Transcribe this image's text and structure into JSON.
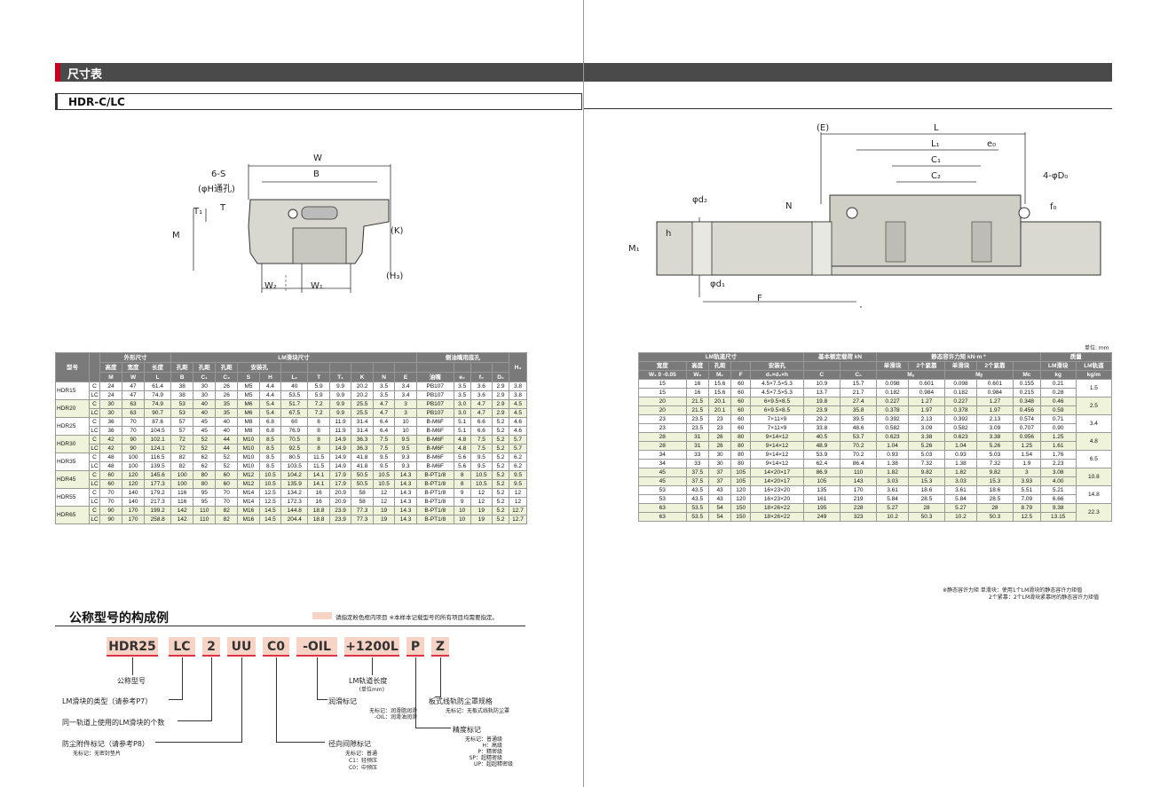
{
  "section_title": "尺寸表",
  "model_heading": "HDR-C/LC",
  "unit_note": "单位: mm",
  "front_view": {
    "labels": [
      "W",
      "B",
      "6-S",
      "(φH通孔)",
      "T₁",
      "T",
      "M",
      "(K)",
      "(H₃)",
      "W₂",
      "W₁"
    ]
  },
  "side_view": {
    "labels": [
      "(E)",
      "L",
      "L₁",
      "e₀",
      "C₁",
      "C₂",
      "4-φD₀",
      "N",
      "φd₂",
      "h",
      "M₁",
      "φd₁",
      "F",
      "f₀"
    ]
  },
  "left_table": {
    "group_headers": [
      "型号",
      "外形尺寸",
      "LM滑块尺寸",
      "侧油嘴用底孔"
    ],
    "sub_headers": [
      "高度",
      "宽度",
      "长度",
      "孔距",
      "孔距",
      "孔距",
      "安装孔"
    ],
    "symbols": [
      "M",
      "W",
      "L",
      "B",
      "C₁",
      "C₂",
      "S",
      "H",
      "L₁",
      "T",
      "T₁",
      "K",
      "N",
      "E",
      "油嘴",
      "e₀",
      "f₀",
      "D₀",
      "H₃"
    ],
    "rows": [
      {
        "model": "HDR15",
        "type": "C",
        "v": [
          "24",
          "47",
          "61.4",
          "38",
          "30",
          "26",
          "M5",
          "4.4",
          "40",
          "5.9",
          "9.9",
          "20.2",
          "3.5",
          "3.4",
          "PB107",
          "3.5",
          "3.6",
          "2.9",
          "3.8"
        ]
      },
      {
        "model": "",
        "type": "LC",
        "v": [
          "24",
          "47",
          "74.9",
          "38",
          "30",
          "26",
          "M5",
          "4.4",
          "53.5",
          "5.9",
          "9.9",
          "20.2",
          "3.5",
          "3.4",
          "PB107",
          "3.5",
          "3.6",
          "2.9",
          "3.8"
        ]
      },
      {
        "model": "HDR20",
        "type": "C",
        "v": [
          "30",
          "63",
          "74.9",
          "53",
          "40",
          "35",
          "M6",
          "5.4",
          "51.7",
          "7.2",
          "9.9",
          "25.5",
          "4.7",
          "3",
          "PB107",
          "3.0",
          "4.7",
          "2.9",
          "4.5"
        ]
      },
      {
        "model": "",
        "type": "LC",
        "v": [
          "30",
          "63",
          "90.7",
          "53",
          "40",
          "35",
          "M6",
          "5.4",
          "67.5",
          "7.2",
          "9.9",
          "25.5",
          "4.7",
          "3",
          "PB107",
          "3.0",
          "4.7",
          "2.9",
          "4.5"
        ]
      },
      {
        "model": "HDR25",
        "type": "C",
        "v": [
          "36",
          "70",
          "87.6",
          "57",
          "45",
          "40",
          "M8",
          "6.8",
          "60",
          "8",
          "11.9",
          "31.4",
          "6.4",
          "10",
          "B-M6F",
          "5.1",
          "6.6",
          "5.2",
          "4.6"
        ]
      },
      {
        "model": "",
        "type": "LC",
        "v": [
          "36",
          "70",
          "104.5",
          "57",
          "45",
          "40",
          "M8",
          "6.8",
          "76.9",
          "8",
          "11.9",
          "31.4",
          "6.4",
          "10",
          "B-M6F",
          "5.1",
          "6.6",
          "5.2",
          "4.6"
        ]
      },
      {
        "model": "HDR30",
        "type": "C",
        "v": [
          "42",
          "90",
          "102.1",
          "72",
          "52",
          "44",
          "M10",
          "8.5",
          "70.5",
          "8",
          "14.9",
          "36.3",
          "7.5",
          "9.5",
          "B-M6F",
          "4.8",
          "7.5",
          "5.2",
          "5.7"
        ]
      },
      {
        "model": "",
        "type": "LC",
        "v": [
          "42",
          "90",
          "124.1",
          "72",
          "52",
          "44",
          "M10",
          "8.5",
          "92.5",
          "8",
          "14.9",
          "36.3",
          "7.5",
          "9.5",
          "B-M6F",
          "4.8",
          "7.5",
          "5.2",
          "5.7"
        ]
      },
      {
        "model": "HDR35",
        "type": "C",
        "v": [
          "48",
          "100",
          "116.5",
          "82",
          "62",
          "52",
          "M10",
          "8.5",
          "80.5",
          "11.5",
          "14.9",
          "41.8",
          "9.5",
          "9.3",
          "B-M6F",
          "5.6",
          "9.5",
          "5.2",
          "6.2"
        ]
      },
      {
        "model": "",
        "type": "LC",
        "v": [
          "48",
          "100",
          "139.5",
          "82",
          "62",
          "52",
          "M10",
          "8.5",
          "103.5",
          "11.5",
          "14.9",
          "41.8",
          "9.5",
          "9.3",
          "B-M6F",
          "5.6",
          "9.5",
          "5.2",
          "6.2"
        ]
      },
      {
        "model": "HDR45",
        "type": "C",
        "v": [
          "60",
          "120",
          "145.6",
          "100",
          "80",
          "60",
          "M12",
          "10.5",
          "104.2",
          "14.1",
          "17.9",
          "50.5",
          "10.5",
          "14.3",
          "B-PT1/8",
          "8",
          "10.5",
          "5.2",
          "9.5"
        ]
      },
      {
        "model": "",
        "type": "LC",
        "v": [
          "60",
          "120",
          "177.3",
          "100",
          "80",
          "60",
          "M12",
          "10.5",
          "135.9",
          "14.1",
          "17.9",
          "50.5",
          "10.5",
          "14.3",
          "B-PT1/8",
          "8",
          "10.5",
          "5.2",
          "9.5"
        ]
      },
      {
        "model": "HDR55",
        "type": "C",
        "v": [
          "70",
          "140",
          "179.2",
          "116",
          "95",
          "70",
          "M14",
          "12.5",
          "134.2",
          "16",
          "20.9",
          "58",
          "12",
          "14.3",
          "B-PT1/8",
          "9",
          "12",
          "5.2",
          "12"
        ]
      },
      {
        "model": "",
        "type": "LC",
        "v": [
          "70",
          "140",
          "217.3",
          "116",
          "95",
          "70",
          "M14",
          "12.5",
          "172.3",
          "16",
          "20.9",
          "58",
          "12",
          "14.3",
          "B-PT1/8",
          "9",
          "12",
          "5.2",
          "12"
        ]
      },
      {
        "model": "HDR65",
        "type": "C",
        "v": [
          "90",
          "170",
          "199.2",
          "142",
          "110",
          "82",
          "M16",
          "14.5",
          "144.8",
          "18.8",
          "23.9",
          "77.3",
          "19",
          "14.3",
          "B-PT1/8",
          "10",
          "19",
          "5.2",
          "12.7"
        ]
      },
      {
        "model": "",
        "type": "LC",
        "v": [
          "90",
          "170",
          "258.8",
          "142",
          "110",
          "82",
          "M16",
          "14.5",
          "204.4",
          "18.8",
          "23.9",
          "77.3",
          "19",
          "14.3",
          "B-PT1/8",
          "10",
          "19",
          "5.2",
          "12.7"
        ]
      }
    ]
  },
  "right_table": {
    "group_headers": [
      "LM轨道尺寸",
      "基本额定载荷 kN",
      "静态容许力矩 kN·m *",
      "质量"
    ],
    "sub_headers": [
      "宽度",
      "高度",
      "孔距",
      "安装孔",
      "单滑块",
      "2个紧靠",
      "单滑块",
      "2个紧靠",
      "LM滑块",
      "LM轨道"
    ],
    "symbols": [
      "W₁ 0 -0.05",
      "W₂",
      "M₁",
      "F",
      "d₁×d₂×h",
      "C",
      "C₀",
      "Mₐ",
      "Mᵦ",
      "Mc",
      "kg",
      "kg/m"
    ],
    "rows": [
      [
        "15",
        "16",
        "15.6",
        "60",
        "4.5×7.5×5.3",
        "10.9",
        "15.7",
        "0.098",
        "0.601",
        "0.098",
        "0.601",
        "0.155",
        "0.21"
      ],
      [
        "15",
        "16",
        "15.6",
        "60",
        "4.5×7.5×5.3",
        "13.7",
        "21.7",
        "0.182",
        "0.984",
        "0.182",
        "0.984",
        "0.215",
        "0.28"
      ],
      [
        "20",
        "21.5",
        "20.1",
        "60",
        "6×9.5×8.5",
        "19.8",
        "27.4",
        "0.227",
        "1.27",
        "0.227",
        "1.27",
        "0.348",
        "0.46"
      ],
      [
        "20",
        "21.5",
        "20.1",
        "60",
        "6×9.5×8.5",
        "23.9",
        "35.8",
        "0.378",
        "1.97",
        "0.378",
        "1.97",
        "0.456",
        "0.59"
      ],
      [
        "23",
        "23.5",
        "23",
        "60",
        "7×11×9",
        "29.2",
        "39.5",
        "0.392",
        "2.13",
        "0.392",
        "2.13",
        "0.574",
        "0.71"
      ],
      [
        "23",
        "23.5",
        "23",
        "60",
        "7×11×9",
        "33.8",
        "48.6",
        "0.582",
        "3.09",
        "0.582",
        "3.09",
        "0.707",
        "0.90"
      ],
      [
        "28",
        "31",
        "26",
        "80",
        "9×14×12",
        "40.5",
        "53.7",
        "0.623",
        "3.38",
        "0.623",
        "3.38",
        "0.956",
        "1.25"
      ],
      [
        "28",
        "31",
        "26",
        "80",
        "9×14×12",
        "48.9",
        "70.2",
        "1.04",
        "5.26",
        "1.04",
        "5.26",
        "1.25",
        "1.61"
      ],
      [
        "34",
        "33",
        "30",
        "80",
        "9×14×12",
        "53.9",
        "70.2",
        "0.93",
        "5.03",
        "0.93",
        "5.03",
        "1.54",
        "1.76"
      ],
      [
        "34",
        "33",
        "30",
        "80",
        "9×14×12",
        "62.4",
        "86.4",
        "1.38",
        "7.32",
        "1.38",
        "7.32",
        "1.9",
        "2.23"
      ],
      [
        "45",
        "37.5",
        "37",
        "105",
        "14×20×17",
        "86.9",
        "110",
        "1.82",
        "9.82",
        "1.82",
        "9.82",
        "3",
        "3.08"
      ],
      [
        "45",
        "37.5",
        "37",
        "105",
        "14×20×17",
        "105",
        "143",
        "3.03",
        "15.3",
        "3.03",
        "15.3",
        "3.93",
        "4.00"
      ],
      [
        "53",
        "43.5",
        "43",
        "120",
        "16×23×20",
        "135",
        "170",
        "3.61",
        "18.6",
        "3.61",
        "18.6",
        "5.51",
        "5.21"
      ],
      [
        "53",
        "43.5",
        "43",
        "120",
        "16×23×20",
        "161",
        "219",
        "5.84",
        "28.5",
        "5.84",
        "28.5",
        "7.09",
        "6.66"
      ],
      [
        "63",
        "53.5",
        "54",
        "150",
        "18×26×22",
        "195",
        "228",
        "5.27",
        "28",
        "5.27",
        "28",
        "8.79",
        "9.38"
      ],
      [
        "63",
        "53.5",
        "54",
        "150",
        "18×26×22",
        "249",
        "323",
        "10.2",
        "50.3",
        "10.2",
        "50.3",
        "12.5",
        "13.15"
      ]
    ],
    "rail_mass": [
      "1.5",
      "2.5",
      "3.4",
      "4.8",
      "6.5",
      "10.8",
      "14.8",
      "22.3"
    ]
  },
  "moment_note_1": "※静态容许力矩  单滑块：使用1个LM滑块的静态容许力矩值",
  "moment_note_2": "2个紧靠：2个LM滑块紧靠时的静态容许力矩值",
  "example": {
    "title": "公称型号的构成例",
    "legend": "请指定粉色框内项目 ※本样本记载型号的所有项目均需要指定。",
    "boxes": [
      "HDR25",
      "LC",
      "2",
      "UU",
      "C0",
      "-OIL",
      "+1200L",
      "P",
      "Z"
    ],
    "ann_model": "公称型号",
    "ann_type": "LM滑块的类型（请参考P7）",
    "ann_count": "同一轨道上使用的LM滑块的个数",
    "ann_seal": "防尘附件标记（请参考P8）",
    "ann_seal_sub": "无标记：无密封垫片",
    "ann_clear": "径向间隙标记",
    "ann_clear_sub": [
      "无标记：普通",
      "C1：轻预压",
      "C0：中预压"
    ],
    "ann_lube": "润滑标记",
    "ann_lube_sub": [
      "无标记：润滑脂润滑",
      "-OIL：润滑油润滑"
    ],
    "ann_len": "LM轨道长度",
    "ann_len_unit": "(单位mm)",
    "ann_prec": "精度标记",
    "ann_prec_sub": [
      "无标记：普通级",
      "H：高级",
      "P：精密级",
      "SP：超精密级",
      "UP：超超精密级"
    ],
    "ann_cover": "板式线轨防尘罩规格",
    "ann_cover_sub": "无标记：无板式线轨防尘罩"
  },
  "colors": {
    "header_bar": "#4a4a4a",
    "accent": "#c8001e",
    "shade": "#eef3da",
    "pink": "#f7d3c5"
  }
}
